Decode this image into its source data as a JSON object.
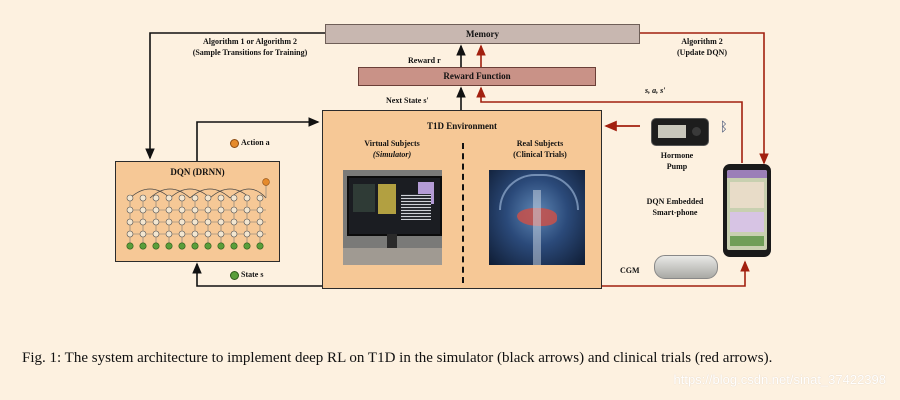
{
  "memory": {
    "label": "Memory"
  },
  "reward_function": {
    "label": "Reward Function"
  },
  "labels": {
    "algo_left_1": "Algorithm 1 or Algorithm 2",
    "algo_left_2": "(Sample Transitions for Training)",
    "algo_right_1": "Algorithm 2",
    "algo_right_2": "(Update DQN)",
    "reward_r": "Reward r",
    "next_state": "Next State s′",
    "sas": "s, a, s′",
    "action": "Action a",
    "state": "State s",
    "hormone_pump_1": "Hormone",
    "hormone_pump_2": "Pump",
    "smartphone_1": "DQN Embedded",
    "smartphone_2": "Smart-phone",
    "cgm": "CGM"
  },
  "dqn": {
    "title": "DQN (DRNN)"
  },
  "environment": {
    "title": "T1D Environment",
    "virtual_1": "Virtual Subjects",
    "virtual_2": "(Simulator)",
    "real_1": "Real Subjects",
    "real_2": "(Clinical Trials)"
  },
  "caption": "Fig. 1: The system architecture to implement deep RL on T1D in the simulator (black arrows) and clinical trials (red arrows).",
  "watermark": "https://blog.csdn.net/sinat_37422398",
  "colors": {
    "background": "#fdf1e0",
    "black_arrow": "#111111",
    "red_arrow": "#a2200f",
    "action_dot": "#e58a2b",
    "state_dot": "#5a9e3a"
  }
}
